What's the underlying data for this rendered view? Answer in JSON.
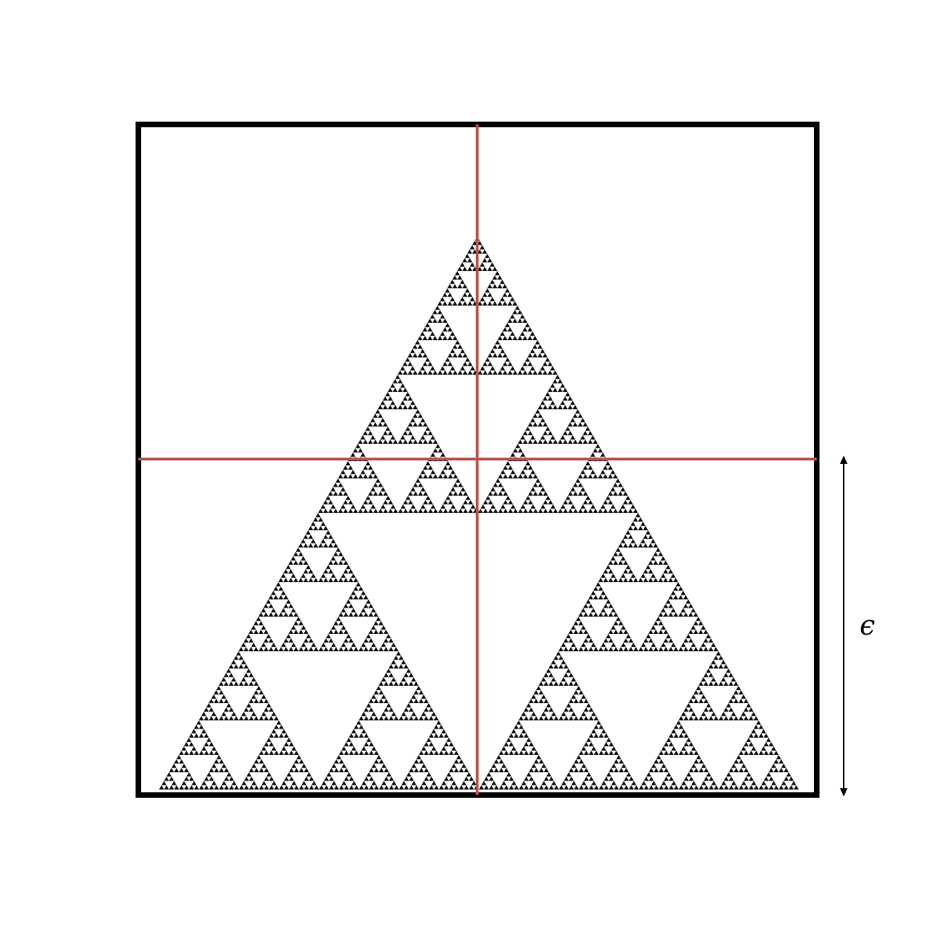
{
  "diagram": {
    "epsilon_label": "ϵ",
    "sierpinski_depth": 7,
    "box_grid_divisions": 2,
    "colors": {
      "background": "#ffffff",
      "frame": "#000000",
      "fractal": "#111111",
      "grid_lines": "#b85450",
      "arrow": "#000000",
      "label": "#000000"
    },
    "icons": {
      "arrow_up": "arrowhead-up",
      "arrow_down": "arrowhead-down"
    }
  }
}
